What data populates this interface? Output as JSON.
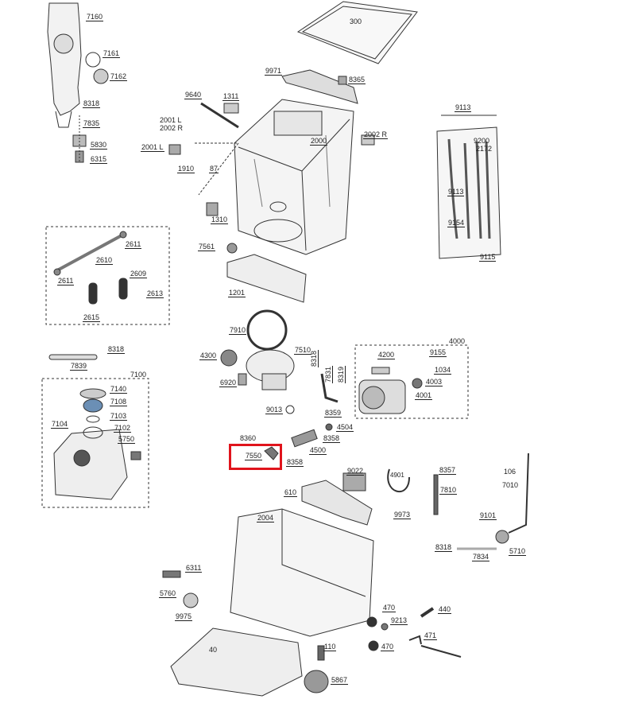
{
  "diagram": {
    "highlight_part": "7550",
    "highlight_color": "#e0141c",
    "labels": {
      "p300": "300",
      "p7160": "7160",
      "p7161": "7161",
      "p7162": "7162",
      "p8318a": "8318",
      "p7835": "7835",
      "p5830": "5830",
      "p6315": "6315",
      "p9971": "9971",
      "p8365": "8365",
      "p9640": "9640",
      "p1311": "1311",
      "p2001lr": "2001 L\n2002 R",
      "p2001l": "2001 L",
      "p2000": "2000",
      "p2002r": "2002 R",
      "p1910": "1910",
      "p87": "87",
      "p1310": "1310",
      "p9113a": "9113",
      "p9200": "9200",
      "p2172": "2172",
      "p9113b": "9113",
      "p9154": "9154",
      "p9115": "9115",
      "p2611a": "2611",
      "p2610": "2610",
      "p2609": "2609",
      "p2611b": "2611",
      "p2613": "2613",
      "p2615": "2615",
      "p7561": "7561",
      "p1201": "1201",
      "p7910": "7910",
      "p4300": "4300",
      "p7510": "7510",
      "p6920": "6920",
      "p9013": "9013",
      "p8318b": "8318",
      "p7831": "7831",
      "p8319": "8319",
      "p8359": "8359",
      "p4504": "4504",
      "p8358a": "8358",
      "p8360": "8360",
      "p4500": "4500",
      "p7550": "7550",
      "p8358b": "8358",
      "p4000": "4000",
      "p4200": "4200",
      "p9155": "9155",
      "p1034": "1034",
      "p4003": "4003",
      "p4001": "4001",
      "p8318c": "8318",
      "p7839": "7839",
      "p7100": "7100",
      "p7140": "7140",
      "p7108": "7108",
      "p7103": "7103",
      "p7104": "7104",
      "p7102": "7102",
      "p5750": "5750",
      "p9022": "9022",
      "p4901": "4901",
      "p8357": "8357",
      "p106": "106",
      "p7010": "7010",
      "p610": "610",
      "p7810": "7810",
      "p9973": "9973",
      "p2004": "2004",
      "p9101": "9101",
      "p8318d": "8318",
      "p5710": "5710",
      "p7834": "7834",
      "p6311": "6311",
      "p5760": "5760",
      "p9975": "9975",
      "p470a": "470",
      "p440": "440",
      "p9213": "9213",
      "p471": "471",
      "p470b": "470",
      "p40": "40",
      "p110": "110",
      "p5867": "5867"
    }
  }
}
